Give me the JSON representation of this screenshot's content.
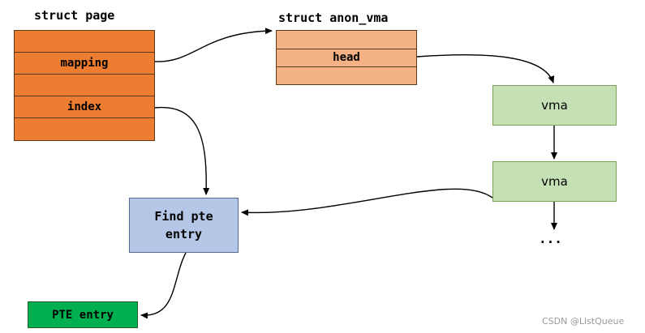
{
  "page": {
    "title": "struct page",
    "rows": [
      "",
      "mapping",
      "",
      "index",
      ""
    ]
  },
  "anon_vma": {
    "title": "struct anon_vma",
    "rows": [
      "",
      "head",
      ""
    ]
  },
  "vma_nodes": [
    "vma",
    "vma"
  ],
  "find_pte": {
    "line1": "Find pte",
    "line2": "entry"
  },
  "pte_entry": "PTE entry",
  "ellipsis": "...",
  "watermark": "CSDN @ListQueue"
}
